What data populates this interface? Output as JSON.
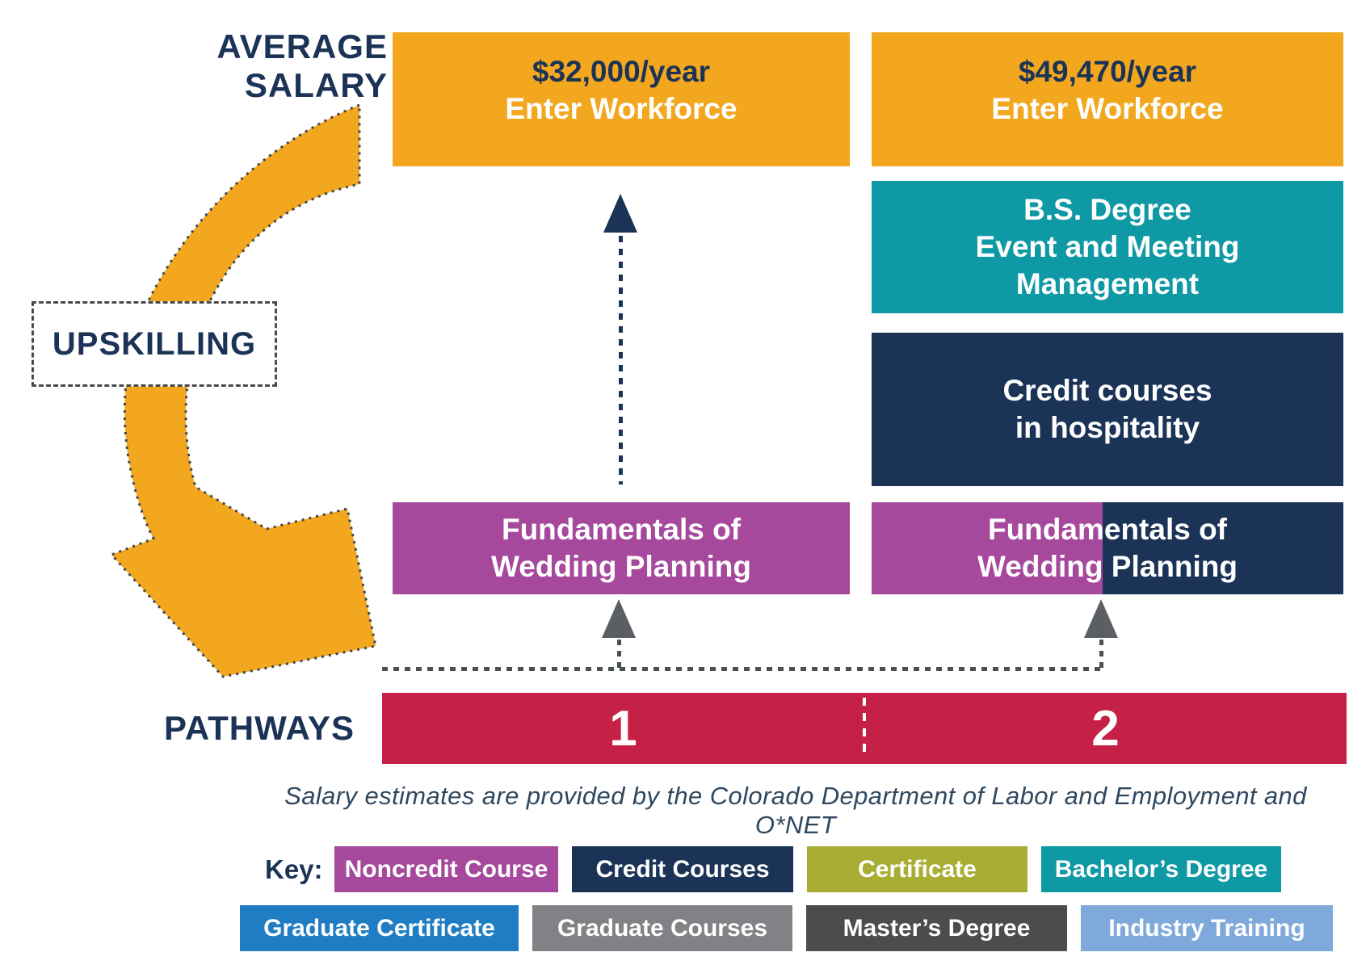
{
  "labels": {
    "average_salary_line1": "AVERAGE",
    "average_salary_line2": "SALARY",
    "upskilling": "UPSKILLING",
    "pathways": "PATHWAYS"
  },
  "pathway1": {
    "number": "1",
    "salary": "$32,000/year",
    "enter_workforce": "Enter Workforce",
    "course_line1": "Fundamentals of",
    "course_line2": "Wedding Planning"
  },
  "pathway2": {
    "number": "2",
    "salary": "$49,470/year",
    "enter_workforce": "Enter Workforce",
    "degree_line1": "B.S. Degree",
    "degree_line2": "Event and Meeting",
    "degree_line3": "Management",
    "credit_line1": "Credit courses",
    "credit_line2": "in hospitality",
    "course_line1": "Fundamentals of",
    "course_line2": "Wedding Planning"
  },
  "footnote": "Salary estimates are provided by the Colorado Department of Labor and Employment and O*NET",
  "key": {
    "label": "Key:",
    "row1": [
      {
        "label": "Noncredit Course",
        "color": "#A6499D"
      },
      {
        "label": "Credit Courses",
        "color": "#1B3356"
      },
      {
        "label": "Certificate",
        "color": "#A9AD33"
      },
      {
        "label": "Bachelor’s Degree",
        "color": "#0E99A5"
      }
    ],
    "row2": [
      {
        "label": "Graduate Certificate",
        "color": "#1F7DC4"
      },
      {
        "label": "Graduate Courses",
        "color": "#808285"
      },
      {
        "label": "Master’s Degree",
        "color": "#4A4C4E"
      },
      {
        "label": "Industry Training",
        "color": "#7FA9DB"
      }
    ]
  },
  "colors": {
    "orange": "#F2A71E",
    "teal": "#0E99A5",
    "navy": "#1B3356",
    "purple": "#A6499D",
    "red": "#C52045",
    "arrow_outline": "#3C4757",
    "gray_arrow": "#5B5F63",
    "text_navy": "#1B3356",
    "footnote_text": "#2F4860"
  }
}
